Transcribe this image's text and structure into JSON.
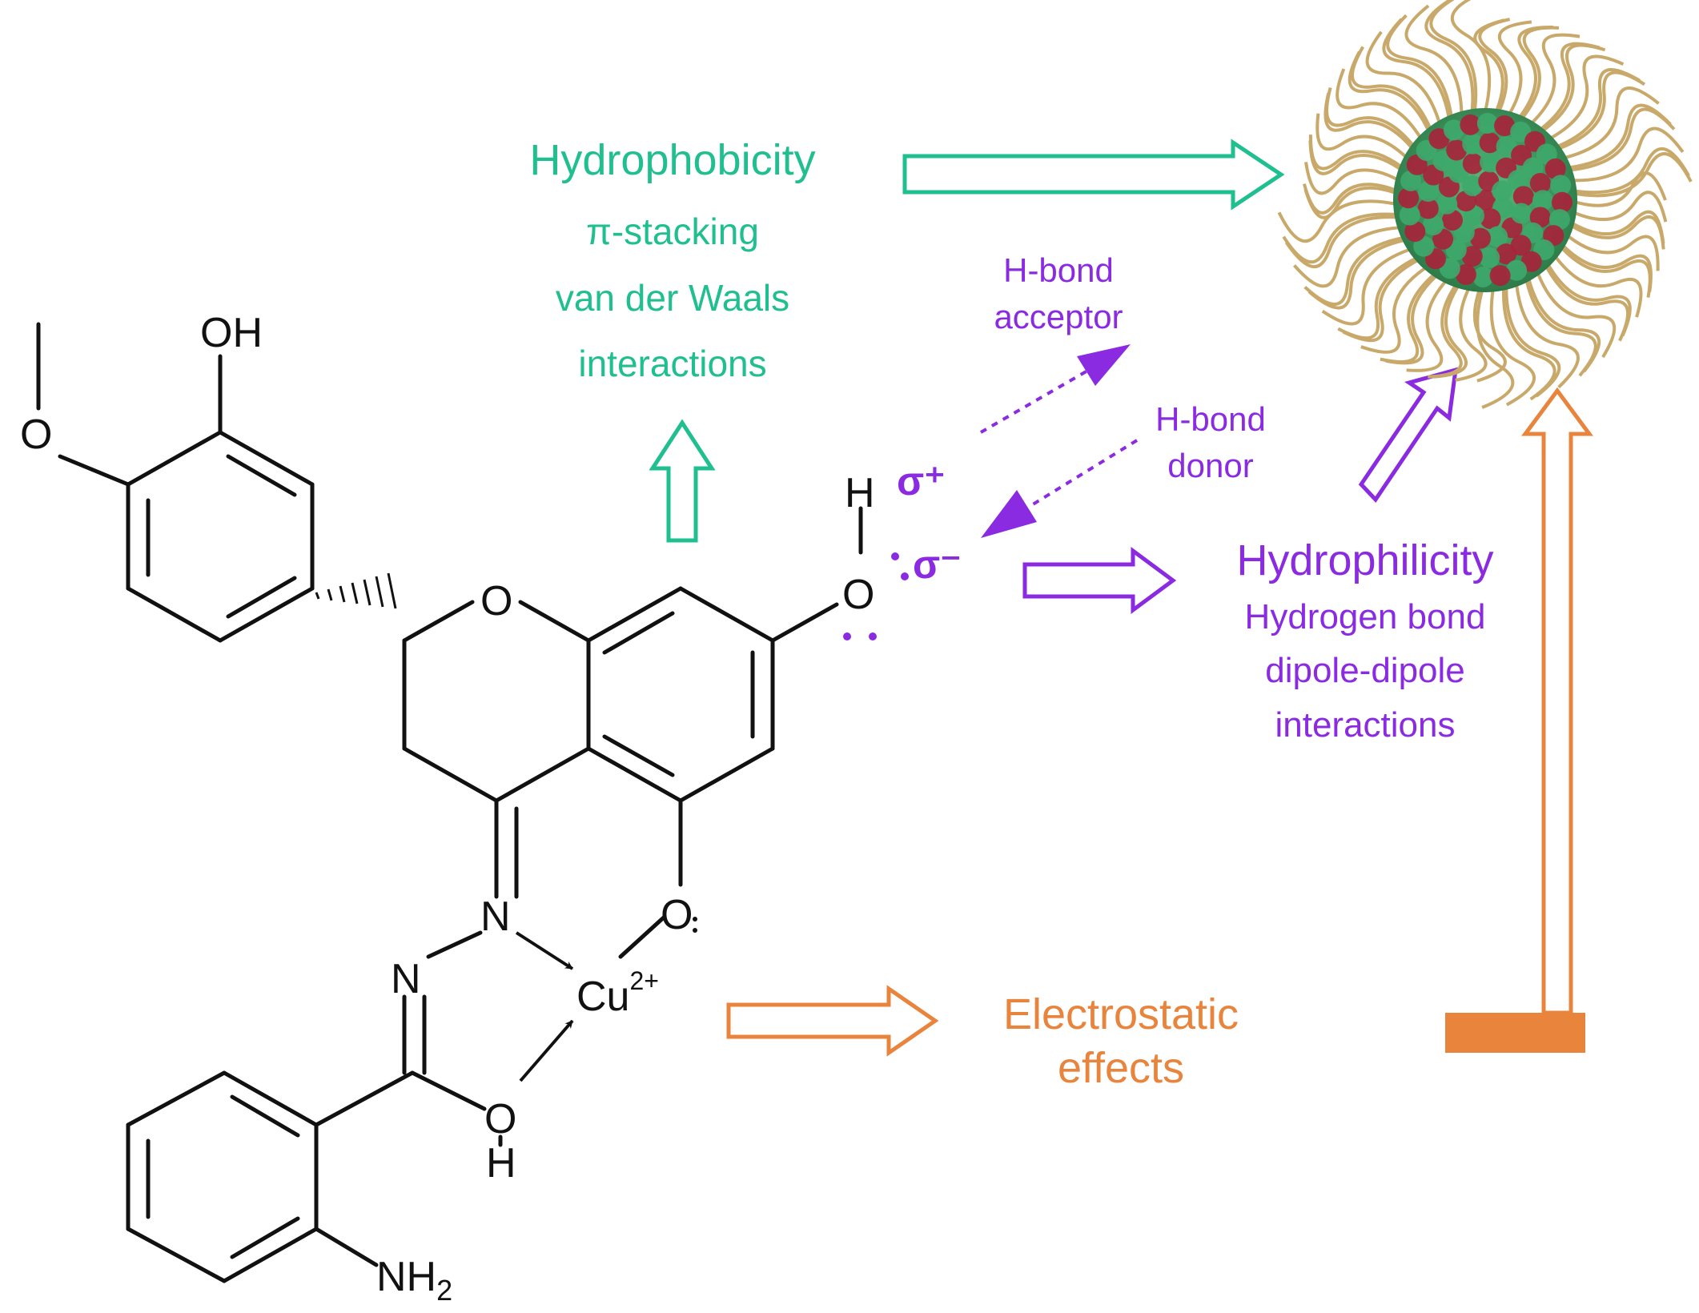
{
  "colors": {
    "green": "#1fbf8f",
    "purple": "#8a2be2",
    "orange": "#e8843c",
    "black": "#111111",
    "micelle_core_green": "#3ea86b",
    "micelle_core_red": "#a8213a",
    "micelle_tail": "#c9a96a"
  },
  "hydrophobic": {
    "title": "Hydrophobicity",
    "line1": "π-stacking",
    "line2": "van der Waals",
    "line3": "interactions"
  },
  "hydrophilic": {
    "title": "Hydrophilicity",
    "line1": "Hydrogen bond",
    "line2": "dipole-dipole",
    "line3": "interactions"
  },
  "hbond": {
    "acceptor_1": "H-bond",
    "acceptor_2": "acceptor",
    "donor_1": "H-bond",
    "donor_2": "donor",
    "sigma_plus": "σ⁺",
    "sigma_minus": "σ⁻"
  },
  "electrostatic": {
    "line1": "Electrostatic",
    "line2": "effects"
  },
  "molecule": {
    "oh_top": "OH",
    "o_methoxy": "O",
    "o_ring": "O",
    "o_phenol": "O",
    "h_phenol": "H",
    "o_lower": "O",
    "n_imine": "N",
    "n_hydrazone": "N",
    "cu": "Cu",
    "cu_charge": "2+",
    "o_amide": "O",
    "h_amide": "H",
    "nh2": "NH",
    "nh2_sub": "2"
  },
  "icons": {
    "micelle": "micelle-illustration",
    "arrows": "hollow-block-arrows"
  }
}
